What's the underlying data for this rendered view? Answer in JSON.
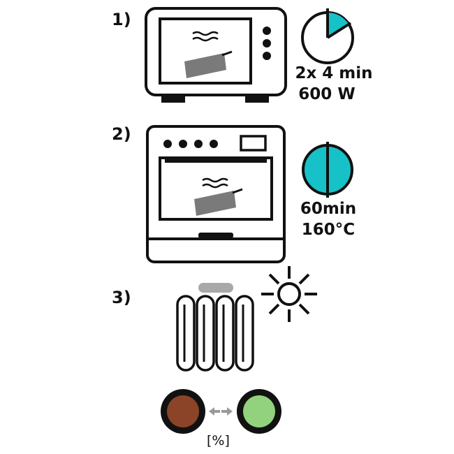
{
  "steps": [
    {
      "label": "1)",
      "line1": "2x 4 min",
      "line2": "600 W",
      "icon": "microwave-icon",
      "timer": "timer-quarter-icon"
    },
    {
      "label": "2)",
      "line1": "60min",
      "line2": "160°C",
      "icon": "oven-icon",
      "timer": "timer-full-icon"
    },
    {
      "label": "3)",
      "icon": "radiator-icon",
      "extra_icon": "sun-icon"
    }
  ],
  "indicator": {
    "label": "[%]",
    "left_icon": "brown-circle-icon",
    "right_icon": "green-circle-icon",
    "arrow_icon": "double-arrow-icon"
  },
  "colors": {
    "accent": "#17c1c8",
    "package": "#7a7a7a",
    "brown": "#8b4427",
    "green": "#92d27e",
    "outline": "#111111"
  }
}
